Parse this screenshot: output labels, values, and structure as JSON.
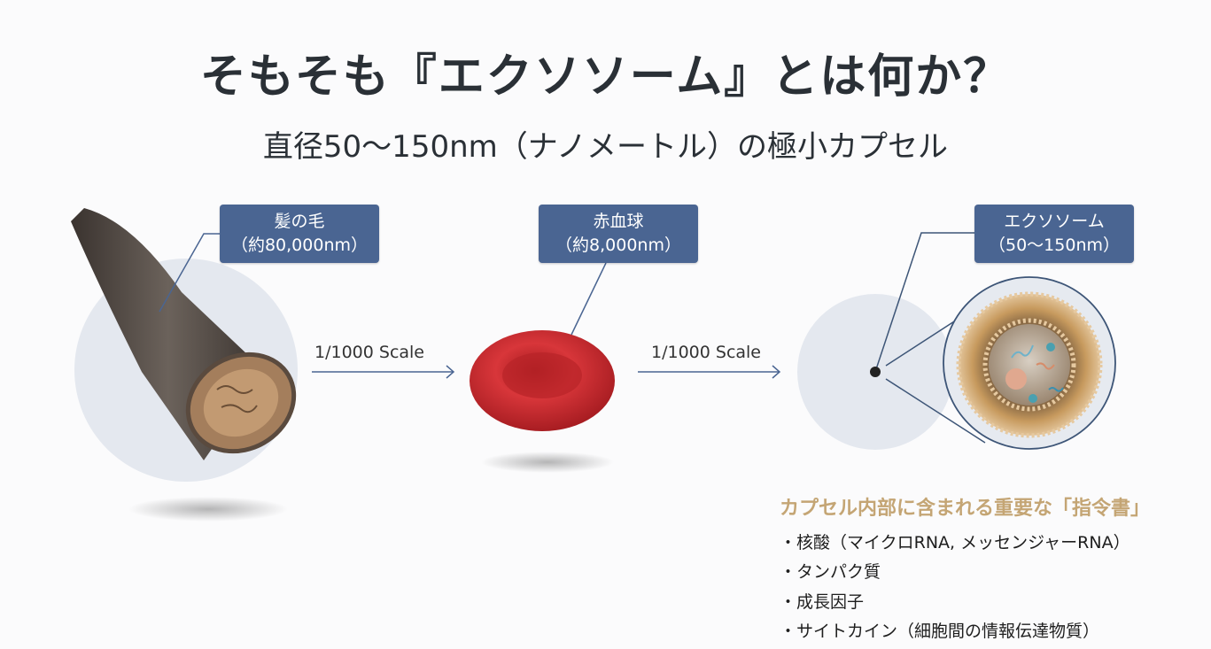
{
  "title": "そもそも『エクソソーム』とは何か？",
  "subtitle": "直径50〜150nm（ナノメートル）の極小カプセル",
  "items": [
    {
      "name": "髪の毛",
      "size": "（約80,000nm）"
    },
    {
      "name": "赤血球",
      "size": "（約8,000nm）"
    },
    {
      "name": "エクソソーム",
      "size": "（50〜150nm）"
    }
  ],
  "scale_labels": [
    "1/1000 Scale",
    "1/1000 Scale"
  ],
  "contents": {
    "heading": "カプセル内部に含まれる重要な「指令書」",
    "bullets": [
      "・核酸（マイクロRNA, メッセンジャーRNA）",
      "・タンパク質",
      "・成長因子",
      "・サイトカイン（細胞間の情報伝達物質）"
    ]
  },
  "colors": {
    "label_bg": "#4a6592",
    "accent": "#c4a574",
    "line": "#4a6592"
  }
}
